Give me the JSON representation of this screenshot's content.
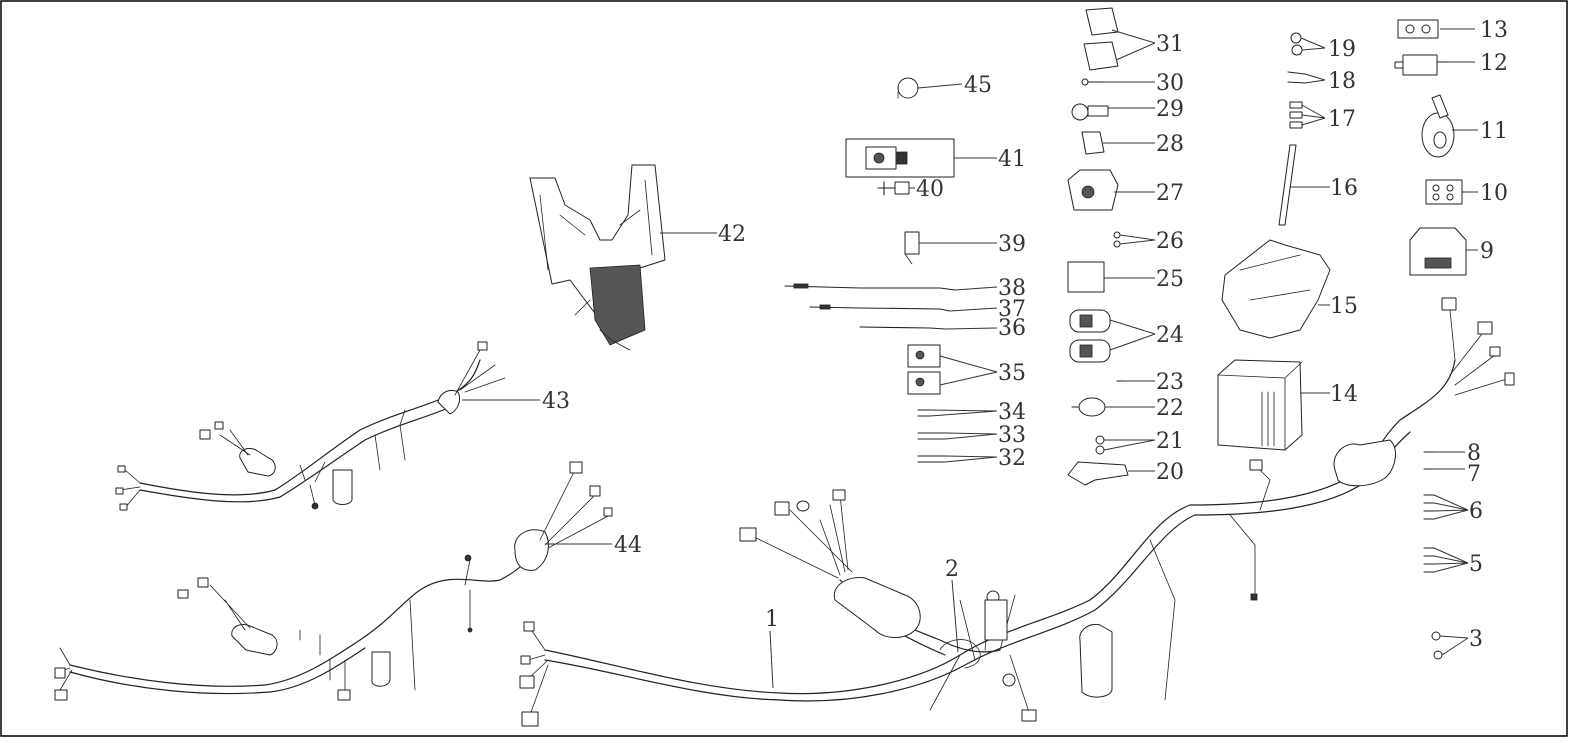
{
  "diagram": {
    "callouts": [
      "1",
      "2",
      "3",
      "5",
      "6",
      "7",
      "8",
      "9",
      "10",
      "11",
      "12",
      "13",
      "14",
      "15",
      "16",
      "17",
      "18",
      "19",
      "20",
      "21",
      "22",
      "23",
      "24",
      "25",
      "26",
      "27",
      "28",
      "29",
      "30",
      "31",
      "32",
      "33",
      "34",
      "35",
      "36",
      "37",
      "38",
      "39",
      "40",
      "41",
      "42",
      "43",
      "44",
      "45"
    ]
  }
}
